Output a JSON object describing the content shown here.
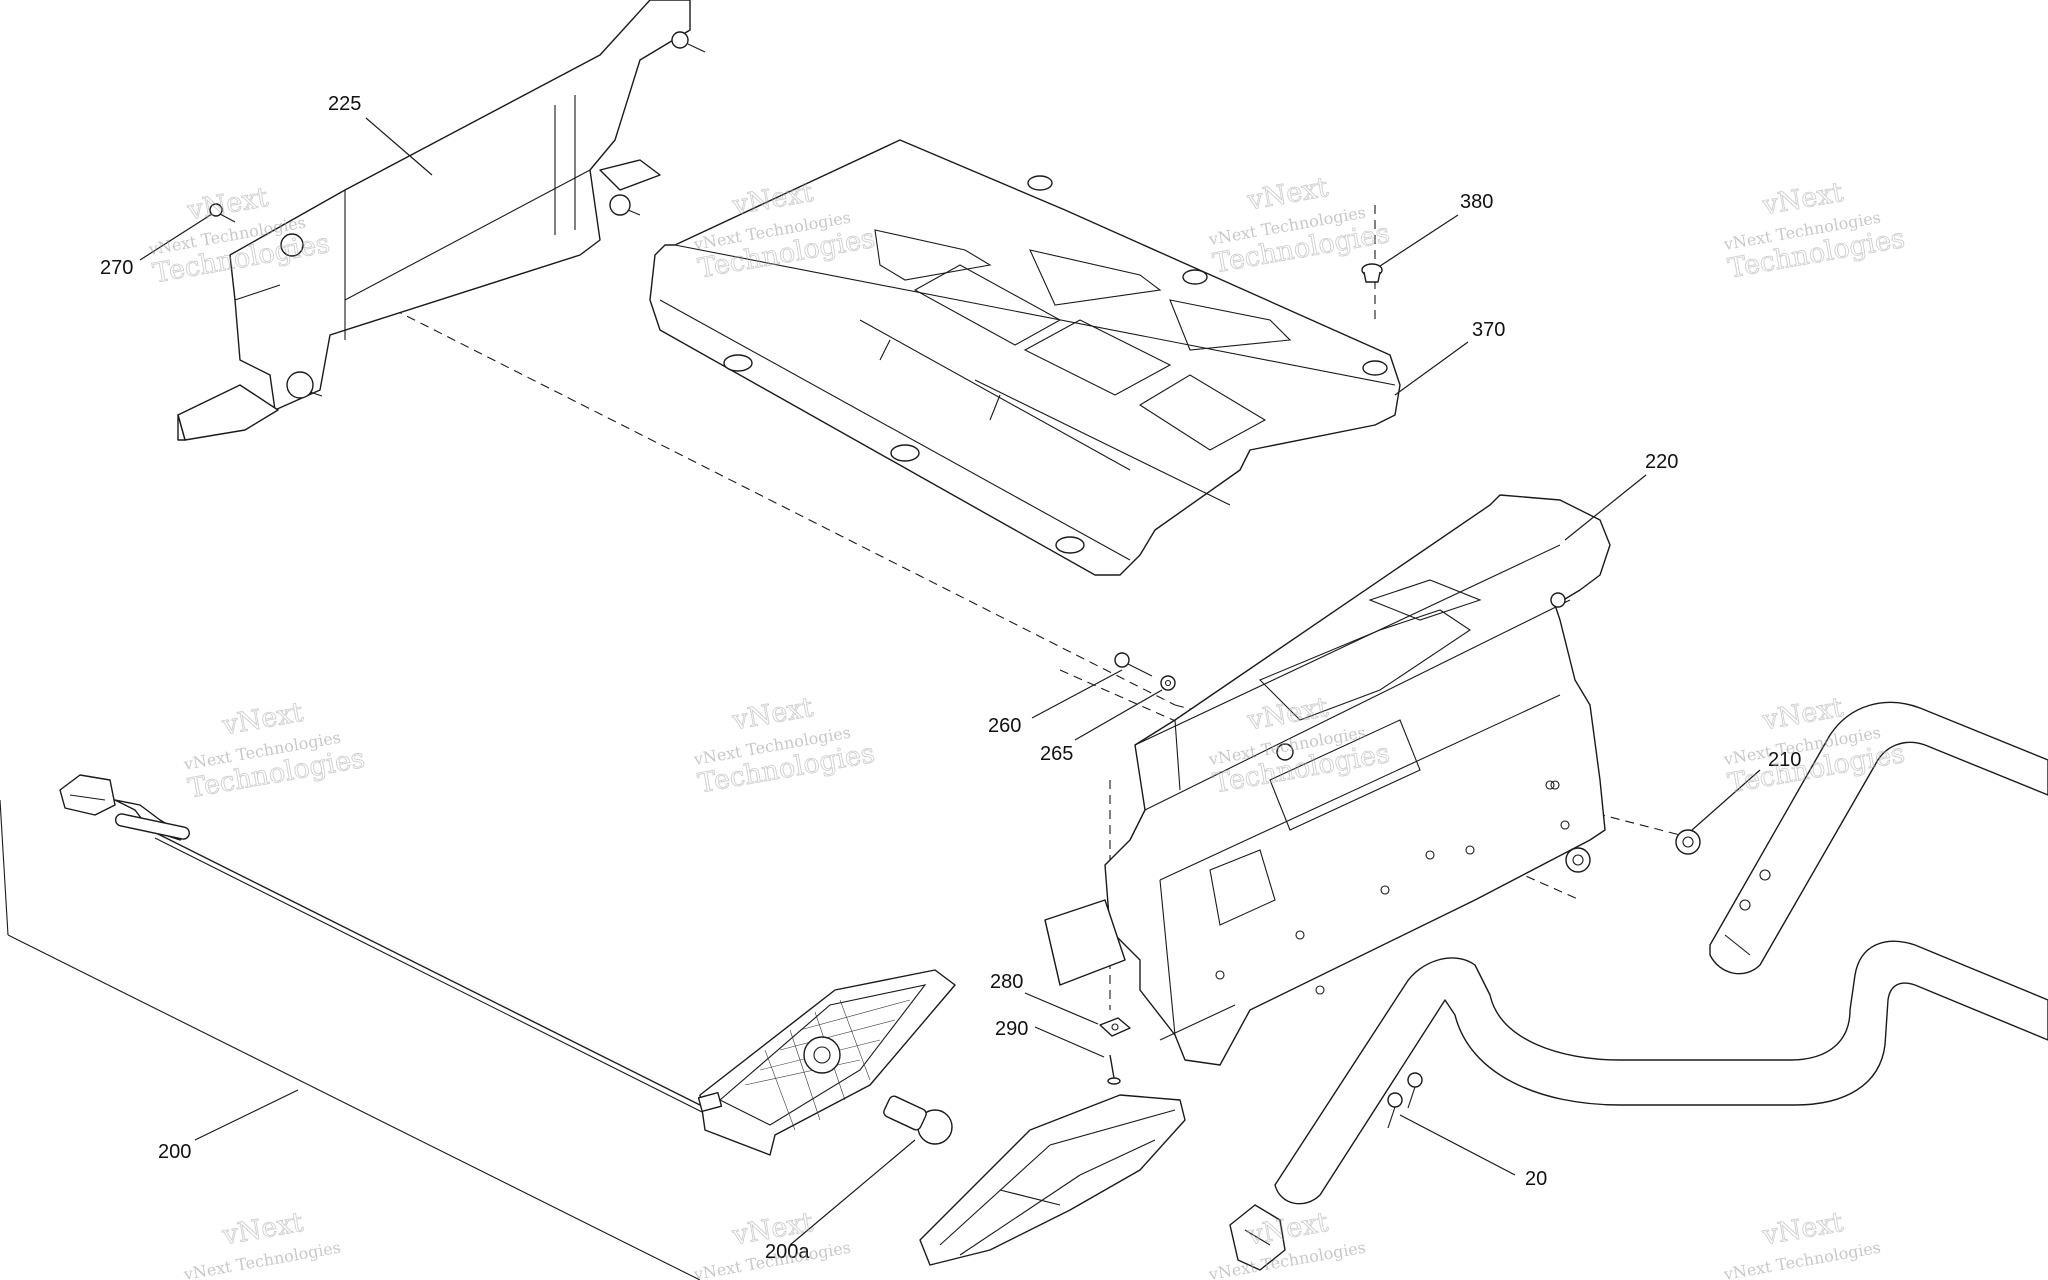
{
  "callouts": [
    {
      "id": "225"
    },
    {
      "id": "270"
    },
    {
      "id": "380"
    },
    {
      "id": "370"
    },
    {
      "id": "220"
    },
    {
      "id": "260"
    },
    {
      "id": "265"
    },
    {
      "id": "210"
    },
    {
      "id": "280"
    },
    {
      "id": "290"
    },
    {
      "id": "200"
    },
    {
      "id": "200a"
    },
    {
      "id": "20"
    }
  ],
  "watermark": {
    "line1": "vNext Technologies",
    "line2": "vNext",
    "line3": "Technologies"
  }
}
